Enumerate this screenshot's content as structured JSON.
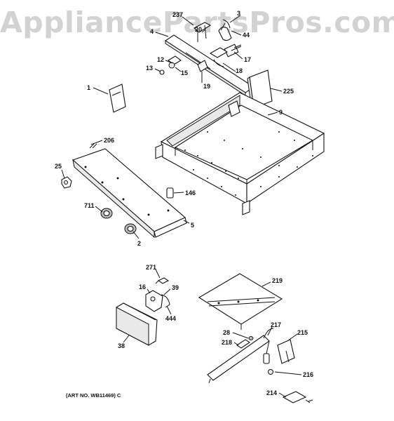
{
  "watermark": "AppliancePartsPros.com",
  "art_number": "(ART NO. WB11469) C",
  "callouts": {
    "c237": "237",
    "c3": "3",
    "c4a": "4",
    "c20": "20",
    "c44": "44",
    "c12": "12",
    "c13": "13",
    "c15": "15",
    "c17": "17",
    "c18": "18",
    "c19": "19",
    "c1": "1",
    "c225": "225",
    "c9": "9",
    "c206": "206",
    "c25": "25",
    "c146": "146",
    "c711": "711",
    "c5": "5",
    "c2": "2",
    "c271": "271",
    "c16": "16",
    "c39": "39",
    "c444": "444",
    "c38": "38",
    "c219": "219",
    "c28": "28",
    "c217": "217",
    "c218": "218",
    "c215": "215",
    "c216": "216",
    "c214": "214"
  }
}
